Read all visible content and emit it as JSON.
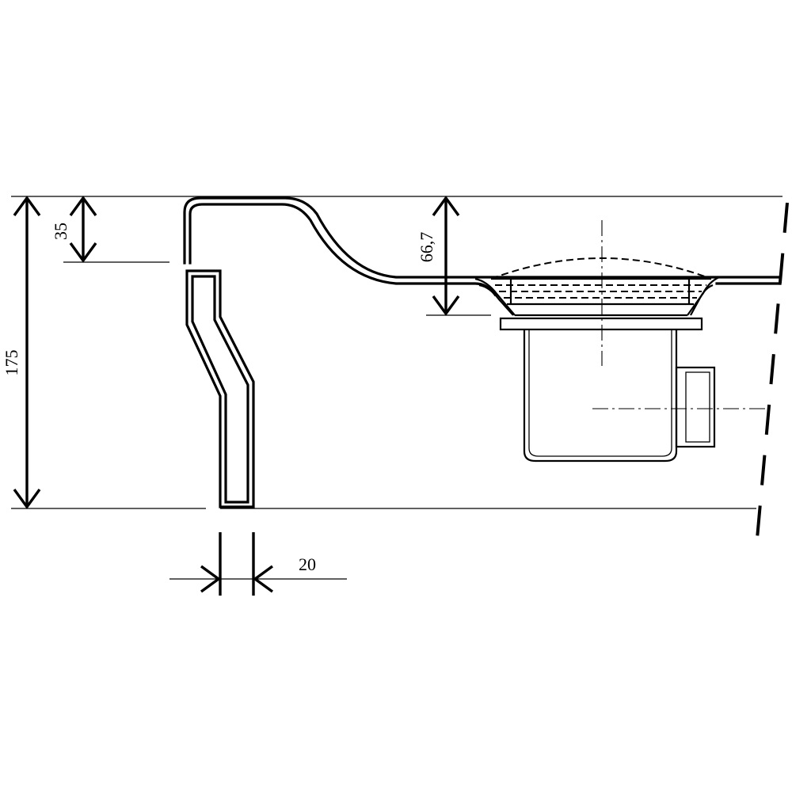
{
  "dimensions": {
    "total_height": "175",
    "rim_depth": "35",
    "drain_depth": "66,7",
    "wall_thickness": "20"
  }
}
